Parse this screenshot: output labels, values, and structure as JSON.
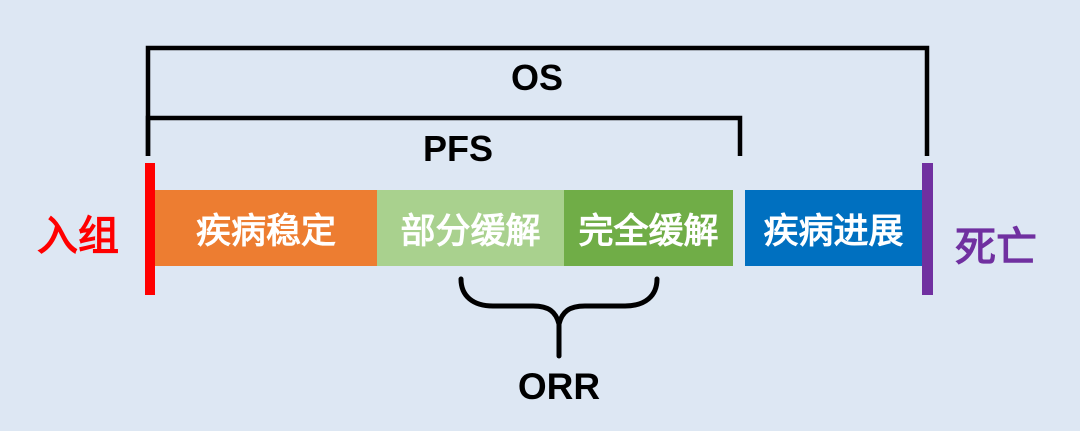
{
  "background_color": "#dde7f3",
  "line_color": "#000000",
  "brackets": {
    "os_label": "OS",
    "pfs_label": "PFS",
    "orr_label": "ORR"
  },
  "timeline": {
    "start_label": "入组",
    "start_color": "#ff0000",
    "end_label": "死亡",
    "end_color": "#7030a0"
  },
  "segments": [
    {
      "label": "疾病稳定",
      "color": "#ed7d31"
    },
    {
      "label": "部分缓解",
      "color": "#a9d18e"
    },
    {
      "label": "完全缓解",
      "color": "#70ad47"
    },
    {
      "label": "疾病进展",
      "color": "#0070c0"
    }
  ]
}
